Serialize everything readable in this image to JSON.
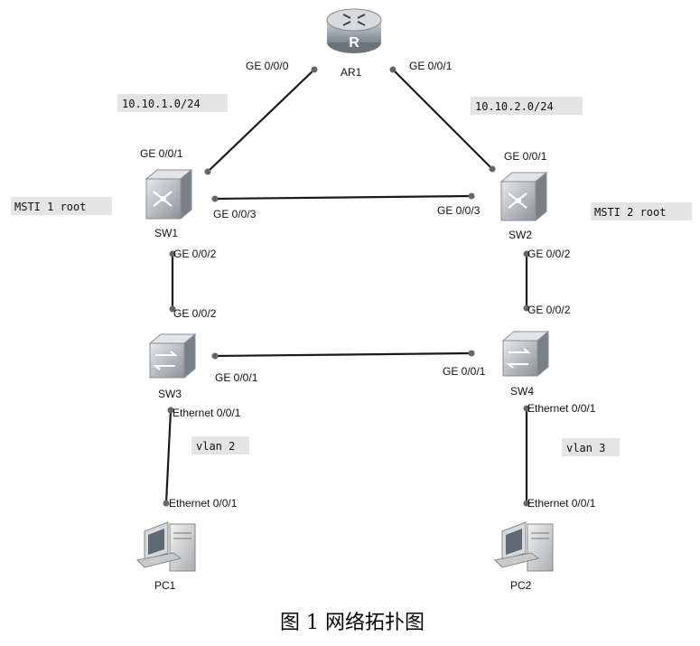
{
  "devices": {
    "ar1": "AR1",
    "sw1": "SW1",
    "sw2": "SW2",
    "sw3": "SW3",
    "sw4": "SW4",
    "pc1": "PC1",
    "pc2": "PC2"
  },
  "ports": {
    "ar1_left": "GE 0/0/0",
    "ar1_right": "GE 0/0/1",
    "sw1_up": "GE 0/0/1",
    "sw1_right": "GE 0/0/3",
    "sw1_down": "GE 0/0/2",
    "sw2_up": "GE 0/0/1",
    "sw2_left": "GE 0/0/3",
    "sw2_down": "GE 0/0/2",
    "sw3_up": "GE 0/0/2",
    "sw3_right": "GE 0/0/1",
    "sw3_down": "Ethernet 0/0/1",
    "sw4_up": "GE 0/0/2",
    "sw4_left": "GE 0/0/1",
    "sw4_down": "Ethernet 0/0/1",
    "pc1_up": "Ethernet 0/0/1",
    "pc2_up": "Ethernet 0/0/1"
  },
  "tags": {
    "subnet_left": "10.10.1.0/24",
    "subnet_right": "10.10.2.0/24",
    "msti1": "MSTI 1 root",
    "msti2": "MSTI 2 root",
    "vlan2": "vlan 2",
    "vlan3": "vlan 3"
  },
  "caption": "图 1  网络拓扑图",
  "colors": {
    "router_body": "#9aa0a6",
    "switch_body": "#b5b8bc",
    "tag_bg": "#e4e4e4"
  },
  "icons": {
    "router": "router-icon",
    "core_switch": "core-switch-icon",
    "access_switch": "access-switch-icon",
    "pc": "pc-icon"
  }
}
